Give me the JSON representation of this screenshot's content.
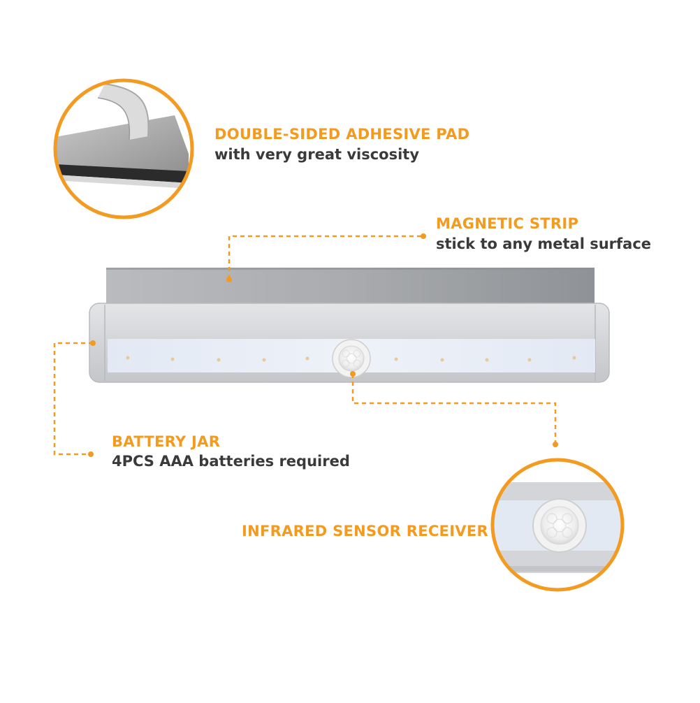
{
  "colors": {
    "accent": "#f39a21",
    "text": "#3a3a3a",
    "housing": "#cfd1d4",
    "panel": "#e6ecf5",
    "strip": "#9fa2a6"
  },
  "callouts": {
    "adhesive": {
      "title": "DOUBLE-SIDED ADHESIVE PAD",
      "subtitle": "with very great viscosity"
    },
    "magnetic": {
      "title": "MAGNETIC STRIP",
      "subtitle": "stick to any metal surface"
    },
    "battery": {
      "title": "BATTERY JAR",
      "subtitle": "4PCS AAA batteries required"
    },
    "sensor": {
      "title": "INFRARED SENSOR RECEIVER"
    }
  }
}
